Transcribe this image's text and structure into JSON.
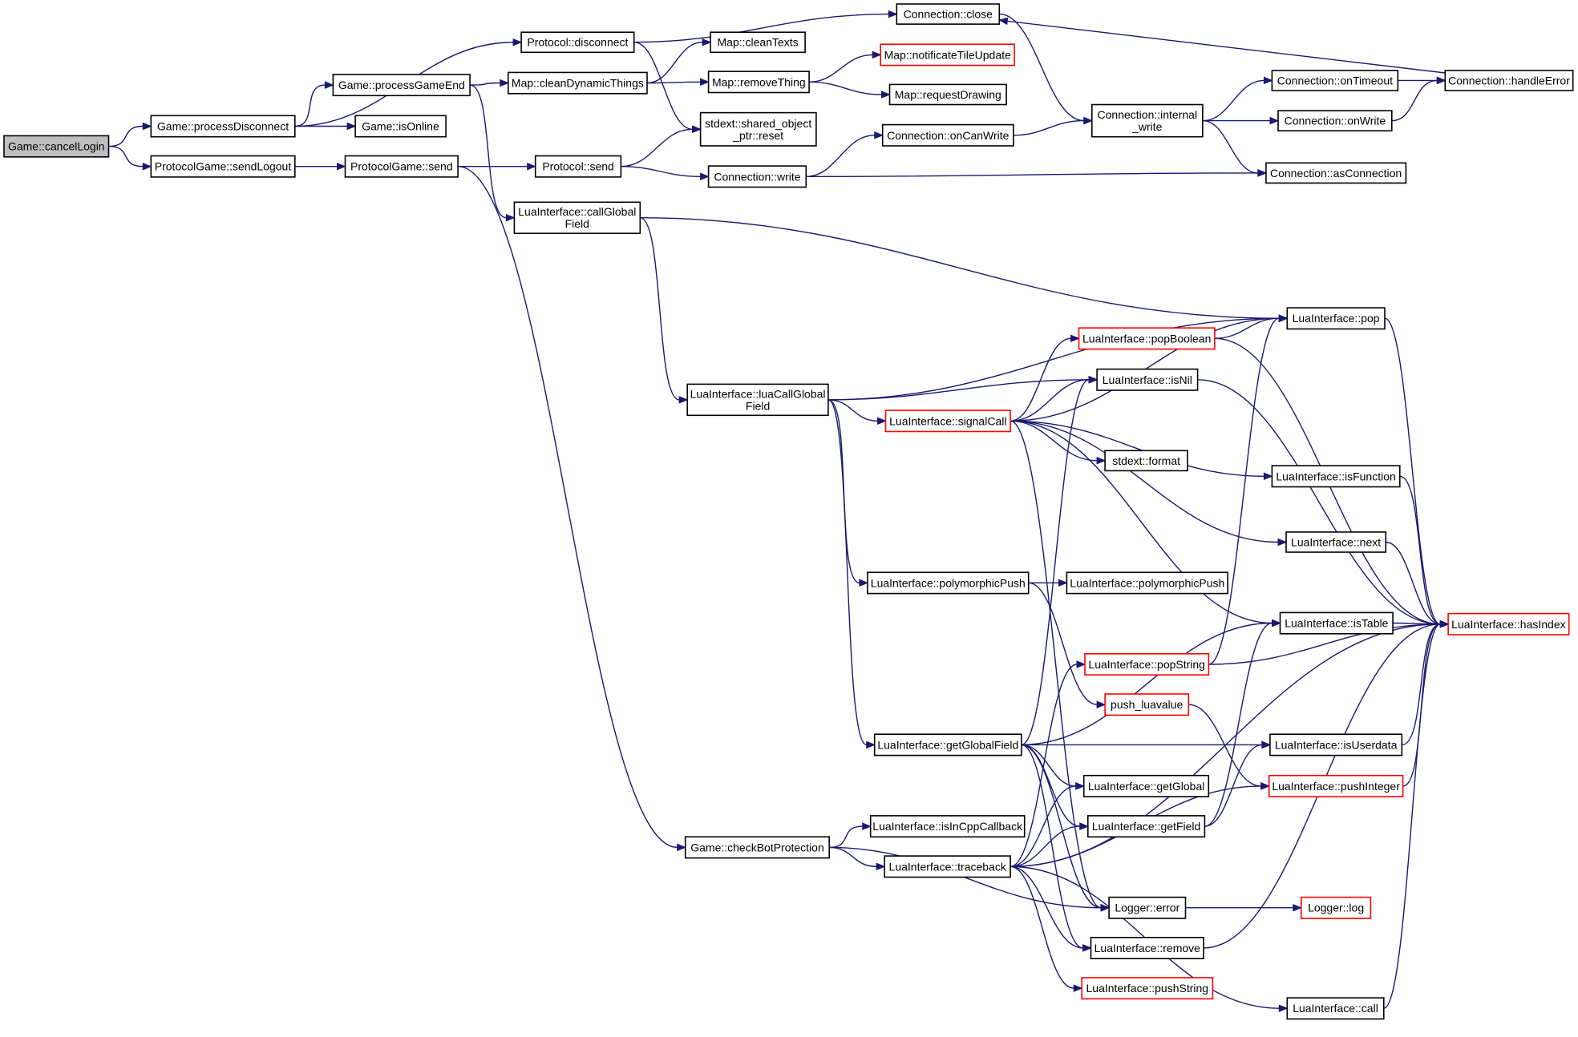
{
  "nodes": [
    {
      "id": "n1",
      "lines": [
        "Game::cancelLogin"
      ],
      "status": "root"
    },
    {
      "id": "n2",
      "lines": [
        "Game::processDisconnect"
      ],
      "status": "normal"
    },
    {
      "id": "n3",
      "lines": [
        "ProtocolGame::sendLogout"
      ],
      "status": "normal"
    },
    {
      "id": "n4",
      "lines": [
        "Protocol::disconnect"
      ],
      "status": "normal"
    },
    {
      "id": "n5",
      "lines": [
        "Game::processGameEnd"
      ],
      "status": "normal"
    },
    {
      "id": "n6",
      "lines": [
        "Game::isOnline"
      ],
      "status": "normal"
    },
    {
      "id": "n7",
      "lines": [
        "ProtocolGame::send"
      ],
      "status": "normal"
    },
    {
      "id": "n8",
      "lines": [
        "Map::cleanDynamicThings"
      ],
      "status": "normal"
    },
    {
      "id": "n9",
      "lines": [
        "Protocol::send"
      ],
      "status": "normal"
    },
    {
      "id": "n10",
      "lines": [
        "LuaInterface::callGlobal",
        "Field"
      ],
      "status": "normal"
    },
    {
      "id": "n11",
      "lines": [
        "Connection::close"
      ],
      "status": "normal"
    },
    {
      "id": "n12",
      "lines": [
        "Map::cleanTexts"
      ],
      "status": "normal"
    },
    {
      "id": "n13",
      "lines": [
        "Map::removeThing"
      ],
      "status": "normal"
    },
    {
      "id": "n14",
      "lines": [
        "stdext::shared_object",
        "_ptr::reset"
      ],
      "status": "normal"
    },
    {
      "id": "n15",
      "lines": [
        "Connection::write"
      ],
      "status": "normal"
    },
    {
      "id": "n16",
      "lines": [
        "Map::notificateTileUpdate"
      ],
      "status": "truncated"
    },
    {
      "id": "n17",
      "lines": [
        "Map::requestDrawing"
      ],
      "status": "normal"
    },
    {
      "id": "n18",
      "lines": [
        "Connection::onCanWrite"
      ],
      "status": "normal"
    },
    {
      "id": "n19",
      "lines": [
        "Connection::internal",
        "_write"
      ],
      "status": "normal"
    },
    {
      "id": "n20",
      "lines": [
        "Connection::onTimeout"
      ],
      "status": "normal"
    },
    {
      "id": "n21",
      "lines": [
        "Connection::onWrite"
      ],
      "status": "normal"
    },
    {
      "id": "n22",
      "lines": [
        "Connection::asConnection"
      ],
      "status": "normal"
    },
    {
      "id": "n23",
      "lines": [
        "Connection::handleError"
      ],
      "status": "normal"
    },
    {
      "id": "n24",
      "lines": [
        "LuaInterface::luaCallGlobal",
        "Field"
      ],
      "status": "normal"
    },
    {
      "id": "n25",
      "lines": [
        "LuaInterface::pop"
      ],
      "status": "normal"
    },
    {
      "id": "n26",
      "lines": [
        "LuaInterface::popBoolean"
      ],
      "status": "truncated"
    },
    {
      "id": "n27",
      "lines": [
        "LuaInterface::isNil"
      ],
      "status": "normal"
    },
    {
      "id": "n28",
      "lines": [
        "LuaInterface::signalCall"
      ],
      "status": "truncated"
    },
    {
      "id": "n29",
      "lines": [
        "stdext::format"
      ],
      "status": "normal"
    },
    {
      "id": "n30",
      "lines": [
        "LuaInterface::isFunction"
      ],
      "status": "normal"
    },
    {
      "id": "n31",
      "lines": [
        "LuaInterface::next"
      ],
      "status": "normal"
    },
    {
      "id": "n32",
      "lines": [
        "LuaInterface::polymorphicPush"
      ],
      "status": "normal"
    },
    {
      "id": "n33",
      "lines": [
        "LuaInterface::polymorphicPush"
      ],
      "status": "normal"
    },
    {
      "id": "n34",
      "lines": [
        "LuaInterface::isTable"
      ],
      "status": "normal"
    },
    {
      "id": "n35",
      "lines": [
        "LuaInterface::hasIndex"
      ],
      "status": "truncated"
    },
    {
      "id": "n36",
      "lines": [
        "LuaInterface::popString"
      ],
      "status": "truncated"
    },
    {
      "id": "n37",
      "lines": [
        "push_luavalue"
      ],
      "status": "truncated"
    },
    {
      "id": "n38",
      "lines": [
        "LuaInterface::getGlobalField"
      ],
      "status": "normal"
    },
    {
      "id": "n39",
      "lines": [
        "LuaInterface::isUserdata"
      ],
      "status": "normal"
    },
    {
      "id": "n40",
      "lines": [
        "LuaInterface::getGlobal"
      ],
      "status": "normal"
    },
    {
      "id": "n41",
      "lines": [
        "LuaInterface::pushInteger"
      ],
      "status": "truncated"
    },
    {
      "id": "n42",
      "lines": [
        "LuaInterface::isInCppCallback"
      ],
      "status": "normal"
    },
    {
      "id": "n43",
      "lines": [
        "LuaInterface::getField"
      ],
      "status": "normal"
    },
    {
      "id": "n44",
      "lines": [
        "Game::checkBotProtection"
      ],
      "status": "normal"
    },
    {
      "id": "n45",
      "lines": [
        "LuaInterface::traceback"
      ],
      "status": "normal"
    },
    {
      "id": "n46",
      "lines": [
        "Logger::error"
      ],
      "status": "normal"
    },
    {
      "id": "n47",
      "lines": [
        "Logger::log"
      ],
      "status": "truncated"
    },
    {
      "id": "n48",
      "lines": [
        "LuaInterface::remove"
      ],
      "status": "normal"
    },
    {
      "id": "n49",
      "lines": [
        "LuaInterface::pushString"
      ],
      "status": "truncated"
    },
    {
      "id": "n50",
      "lines": [
        "LuaInterface::call"
      ],
      "status": "normal"
    }
  ],
  "edges": [
    [
      "n1",
      "n2"
    ],
    [
      "n1",
      "n3"
    ],
    [
      "n2",
      "n4"
    ],
    [
      "n2",
      "n5"
    ],
    [
      "n2",
      "n6"
    ],
    [
      "n3",
      "n7"
    ],
    [
      "n4",
      "n11"
    ],
    [
      "n4",
      "n14"
    ],
    [
      "n5",
      "n8"
    ],
    [
      "n5",
      "n10"
    ],
    [
      "n7",
      "n9"
    ],
    [
      "n7",
      "n44"
    ],
    [
      "n8",
      "n12"
    ],
    [
      "n8",
      "n13"
    ],
    [
      "n13",
      "n16"
    ],
    [
      "n13",
      "n17"
    ],
    [
      "n9",
      "n14"
    ],
    [
      "n9",
      "n15"
    ],
    [
      "n15",
      "n18"
    ],
    [
      "n15",
      "n22"
    ],
    [
      "n18",
      "n19"
    ],
    [
      "n11",
      "n19"
    ],
    [
      "n19",
      "n20"
    ],
    [
      "n19",
      "n21"
    ],
    [
      "n19",
      "n22"
    ],
    [
      "n20",
      "n23"
    ],
    [
      "n21",
      "n23"
    ],
    [
      "n23",
      "n11"
    ],
    [
      "n10",
      "n25"
    ],
    [
      "n10",
      "n24"
    ],
    [
      "n24",
      "n25"
    ],
    [
      "n24",
      "n27"
    ],
    [
      "n24",
      "n28"
    ],
    [
      "n24",
      "n32"
    ],
    [
      "n24",
      "n38"
    ],
    [
      "n28",
      "n25"
    ],
    [
      "n28",
      "n26"
    ],
    [
      "n28",
      "n27"
    ],
    [
      "n28",
      "n29"
    ],
    [
      "n28",
      "n30"
    ],
    [
      "n28",
      "n31"
    ],
    [
      "n28",
      "n34"
    ],
    [
      "n28",
      "n46"
    ],
    [
      "n26",
      "n25"
    ],
    [
      "n26",
      "n35"
    ],
    [
      "n25",
      "n35"
    ],
    [
      "n27",
      "n35"
    ],
    [
      "n30",
      "n35"
    ],
    [
      "n31",
      "n35"
    ],
    [
      "n34",
      "n35"
    ],
    [
      "n32",
      "n33"
    ],
    [
      "n32",
      "n37"
    ],
    [
      "n36",
      "n25"
    ],
    [
      "n36",
      "n35"
    ],
    [
      "n37",
      "n41"
    ],
    [
      "n38",
      "n27"
    ],
    [
      "n38",
      "n34"
    ],
    [
      "n38",
      "n39"
    ],
    [
      "n38",
      "n40"
    ],
    [
      "n38",
      "n43"
    ],
    [
      "n38",
      "n48"
    ],
    [
      "n38",
      "n46"
    ],
    [
      "n39",
      "n35"
    ],
    [
      "n41",
      "n35"
    ],
    [
      "n43",
      "n34"
    ],
    [
      "n43",
      "n39"
    ],
    [
      "n44",
      "n42"
    ],
    [
      "n44",
      "n45"
    ],
    [
      "n44",
      "n46"
    ],
    [
      "n45",
      "n36"
    ],
    [
      "n45",
      "n40"
    ],
    [
      "n45",
      "n43"
    ],
    [
      "n45",
      "n41"
    ],
    [
      "n45",
      "n35"
    ],
    [
      "n45",
      "n48"
    ],
    [
      "n45",
      "n49"
    ],
    [
      "n45",
      "n50"
    ],
    [
      "n46",
      "n47"
    ],
    [
      "n48",
      "n35"
    ],
    [
      "n50",
      "n35"
    ]
  ],
  "colors": {
    "edge": "#191970",
    "border_normal": "#000000",
    "border_truncated": "#ff0000",
    "root_fill": "#bfbfbf",
    "node_fill": "#ffffff"
  }
}
